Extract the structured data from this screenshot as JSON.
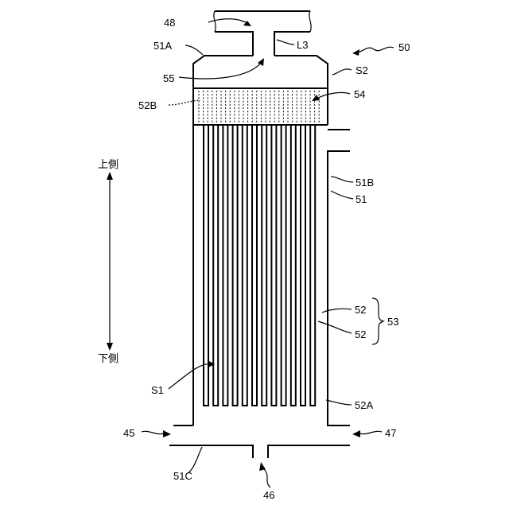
{
  "labels": {
    "pipe_top": "48",
    "wall_upper": "51A",
    "gap_width": "L3",
    "assembly": "50",
    "space_upper": "S2",
    "outlet_flow": "55",
    "filter": "54",
    "membrane_top": "52B",
    "upper_side": "上側",
    "wall_side": "51B",
    "vessel": "51",
    "tube_a": "52",
    "tube_b": "52",
    "bundle": "53",
    "lower_side": "下側",
    "space_lower": "S1",
    "membrane_bottom": "52A",
    "inlet_left": "45",
    "inlet_right": "47",
    "wall_lower": "51C",
    "bottom_port": "46"
  }
}
